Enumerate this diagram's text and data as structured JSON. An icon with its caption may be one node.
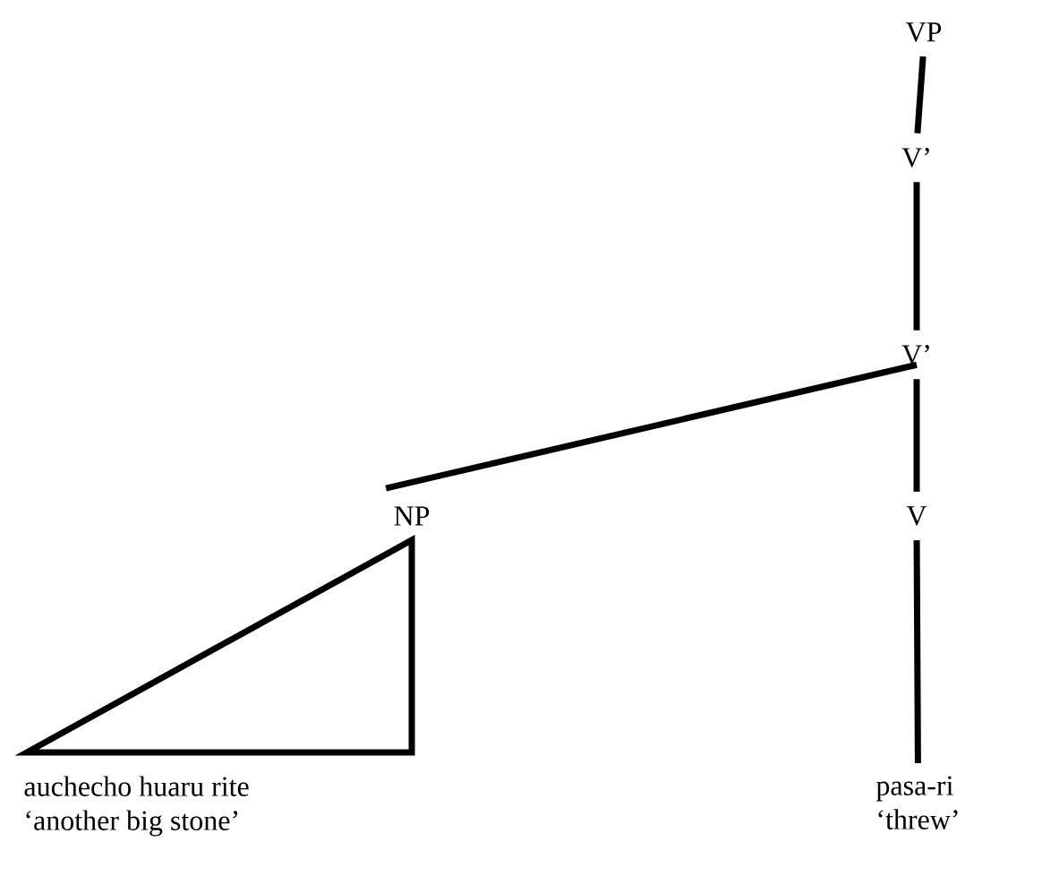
{
  "diagram": {
    "nodes": [
      {
        "text": [
          "VP"
        ]
      },
      {
        "text": [
          "V’"
        ]
      },
      {
        "text": [
          "V’"
        ]
      },
      {
        "text": [
          "NP"
        ]
      },
      {
        "text": [
          "V"
        ]
      },
      {
        "text": [
          "auchecho huaru rite",
          "‘another big stone’"
        ]
      },
      {
        "text": [
          "pasa-ri",
          "‘threw’"
        ]
      }
    ],
    "edges": [
      {
        "from": 0,
        "to": 1,
        "arrow": "none"
      },
      {
        "from": 1,
        "to": 2,
        "arrow": "none"
      },
      {
        "from": 2,
        "to": 3,
        "arrow": "none"
      },
      {
        "from": 2,
        "to": 4,
        "arrow": "none"
      },
      {
        "from": 3,
        "to": 5,
        "arrow": "none"
      },
      {
        "from": 4,
        "to": 6,
        "arrow": "none"
      }
    ]
  }
}
